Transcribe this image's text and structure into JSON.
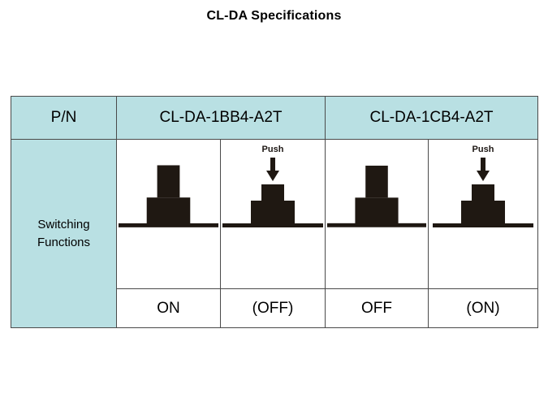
{
  "slide": {
    "title": "CL-DA Specifications",
    "background_color": "#ffffff"
  },
  "colors": {
    "header_fill": "#b9e0e3",
    "border": "#4a4a4a",
    "switch_body": "#1f1812",
    "text": "#000000"
  },
  "table": {
    "header": {
      "row_label": "P/N",
      "part_numbers": [
        "CL-DA-1BB4-A2T",
        "CL-DA-1CB4-A2T"
      ]
    },
    "row_label": "Switching\nFunctions",
    "row_label_line1": "Switching",
    "row_label_line2": "Functions",
    "columns": [
      {
        "part_number": "CL-DA-1BB4-A2T",
        "cells": [
          {
            "diagram": "switch-released",
            "push_label": "",
            "state": "ON"
          },
          {
            "diagram": "switch-pressed",
            "push_label": "Push",
            "state": "(OFF)"
          }
        ]
      },
      {
        "part_number": "CL-DA-1CB4-A2T",
        "cells": [
          {
            "diagram": "switch-released",
            "push_label": "",
            "state": "OFF"
          },
          {
            "diagram": "switch-pressed",
            "push_label": "Push",
            "state": "(ON)"
          }
        ]
      }
    ],
    "state_labels": [
      "ON",
      "(OFF)",
      "OFF",
      "(ON)"
    ]
  }
}
